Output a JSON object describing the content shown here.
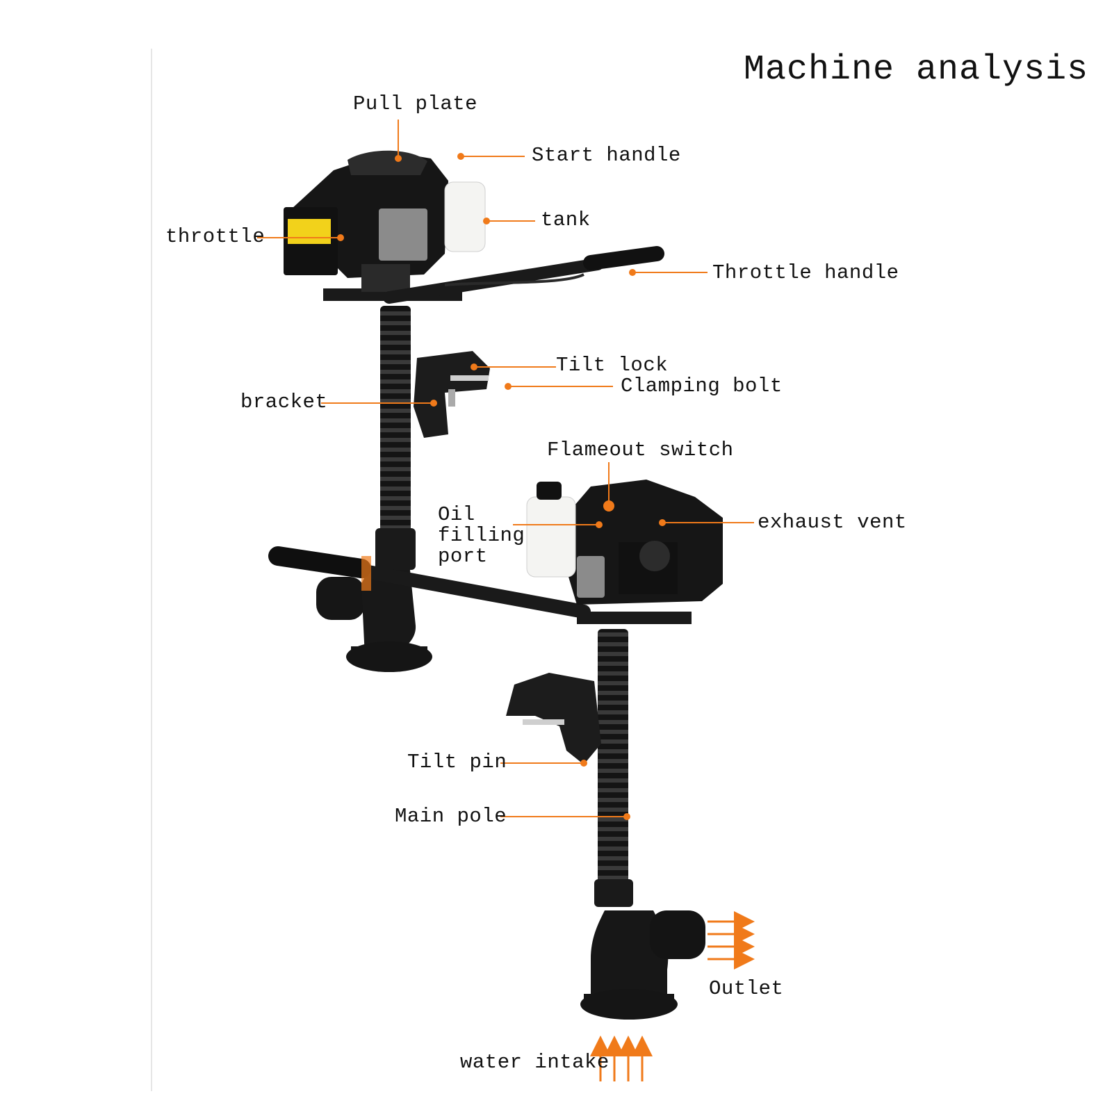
{
  "title": "Machine analysis",
  "labels": {
    "pull_plate": "Pull plate",
    "start_handle": "Start handle",
    "tank": "tank",
    "throttle": "throttle",
    "throttle_handle": "Throttle handle",
    "tilt_lock": "Tilt lock",
    "clamping_bolt": "Clamping bolt",
    "bracket": "bracket",
    "flameout_switch": "Flameout switch",
    "oil_filling_port": "Oil\nfilling\nport",
    "exhaust_vent": "exhaust vent",
    "tilt_pin": "Tilt pin",
    "main_pole": "Main pole",
    "outlet": "Outlet",
    "water_intake": "water intake"
  },
  "colors": {
    "leader": "#f07a1a",
    "machine": "#161616",
    "machine_highlight": "#3a3a3a",
    "tank": "#f4f4f2",
    "sticker": "#f2d21b"
  }
}
